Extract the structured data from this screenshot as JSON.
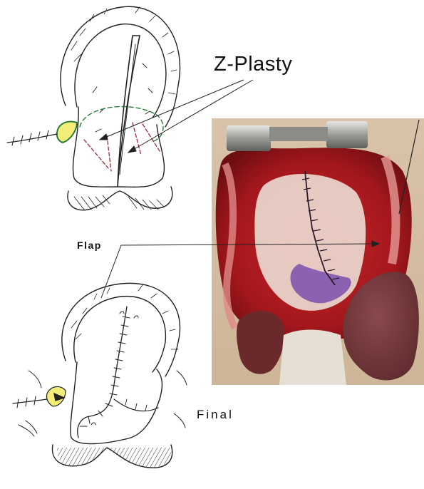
{
  "labels": {
    "z_plasty": "Z-Plasty",
    "flap": "Flap",
    "final": "Final"
  },
  "colors": {
    "ink": "#222222",
    "incision_dashed": "#a02838",
    "flap_outline": "#2a7a3a",
    "flap_fill": "#f3ee7a",
    "wound_tissue": "#b01e24",
    "mucosa": "#ead8cf",
    "suture_violet": "#6c3fa8"
  },
  "figures": [
    "top-sketch-z-plasty-incision",
    "bottom-sketch-final-closure",
    "intraoperative-photograph"
  ]
}
